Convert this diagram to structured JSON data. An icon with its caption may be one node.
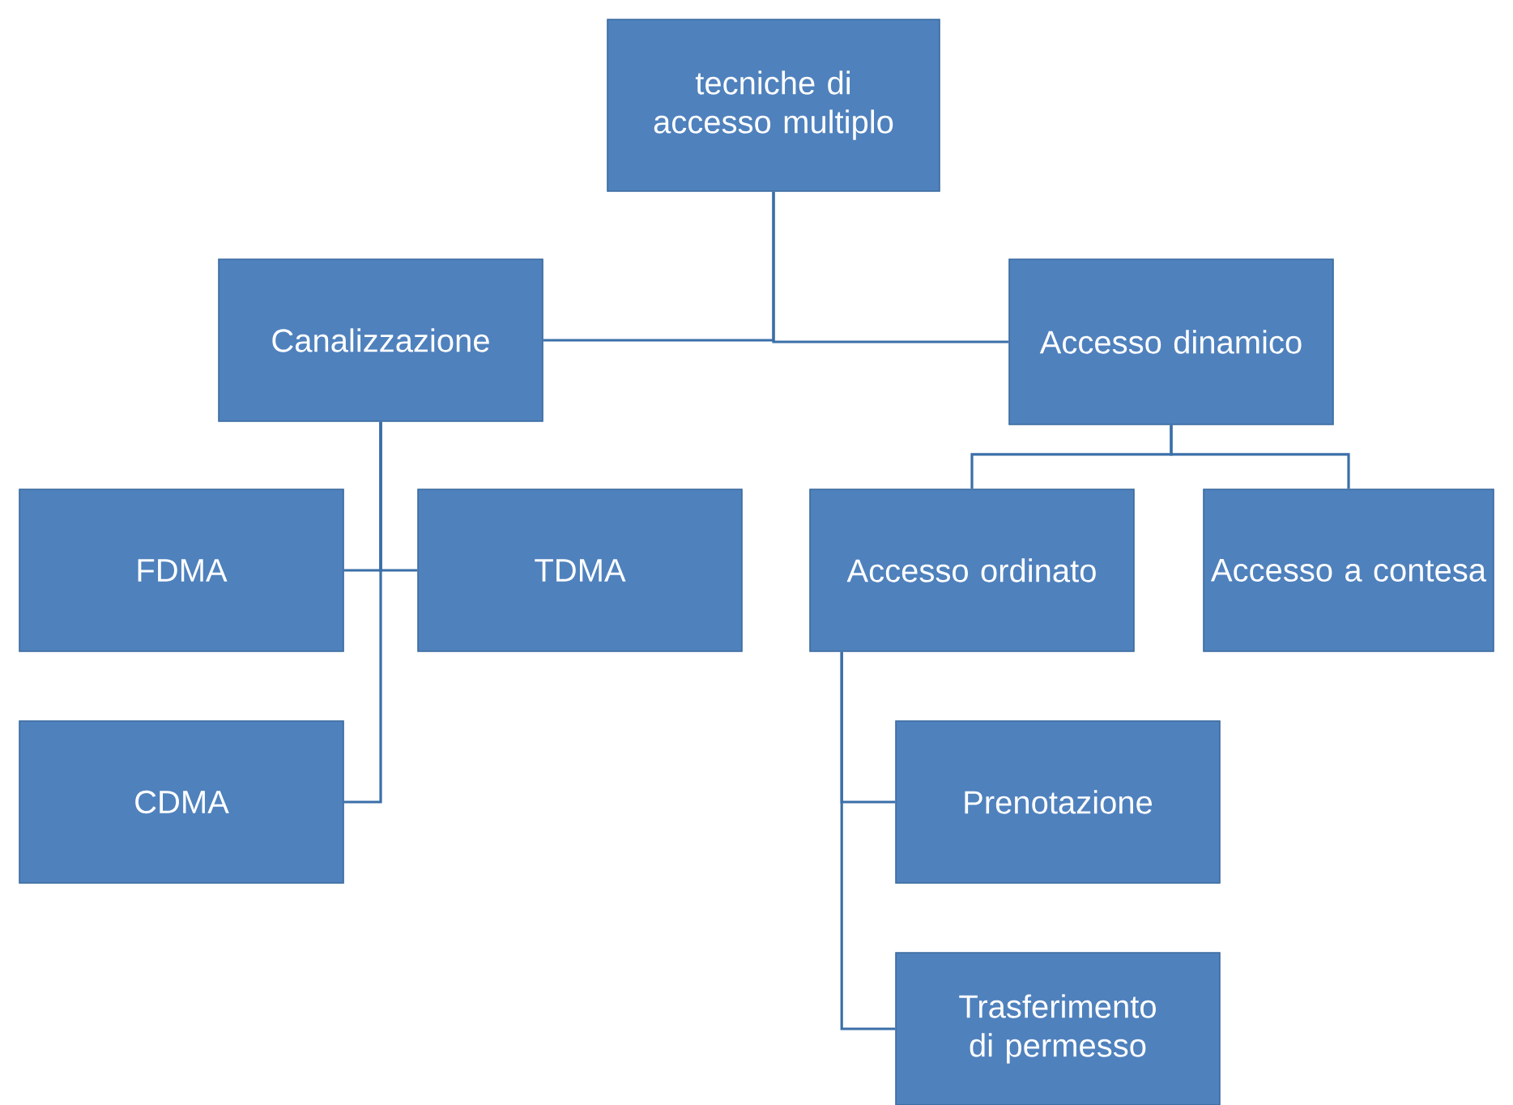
{
  "diagram": {
    "nodes": [
      {
        "text": [
          "tecniche di accesso multiplo"
        ]
      },
      {
        "text": [
          "Canalizzazione"
        ]
      },
      {
        "text": [
          "Accesso dinamico"
        ]
      },
      {
        "text": [
          "FDMA"
        ]
      },
      {
        "text": [
          "TDMA"
        ]
      },
      {
        "text": [
          "CDMA"
        ]
      },
      {
        "text": [
          "Accesso ordinato"
        ]
      },
      {
        "text": [
          "Accesso a contesa"
        ]
      },
      {
        "text": [
          "Prenotazione"
        ]
      },
      {
        "text": [
          "Trasferimento di permesso"
        ]
      }
    ],
    "edges": [
      {
        "from": 0,
        "to": 1,
        "arrow": "none"
      },
      {
        "from": 0,
        "to": 2,
        "arrow": "none"
      },
      {
        "from": 1,
        "to": 3,
        "arrow": "none"
      },
      {
        "from": 1,
        "to": 4,
        "arrow": "none"
      },
      {
        "from": 1,
        "to": 5,
        "arrow": "none"
      },
      {
        "from": 2,
        "to": 6,
        "arrow": "none"
      },
      {
        "from": 2,
        "to": 7,
        "arrow": "none"
      },
      {
        "from": 6,
        "to": 8,
        "arrow": "none"
      },
      {
        "from": 6,
        "to": 9,
        "arrow": "none"
      }
    ]
  }
}
